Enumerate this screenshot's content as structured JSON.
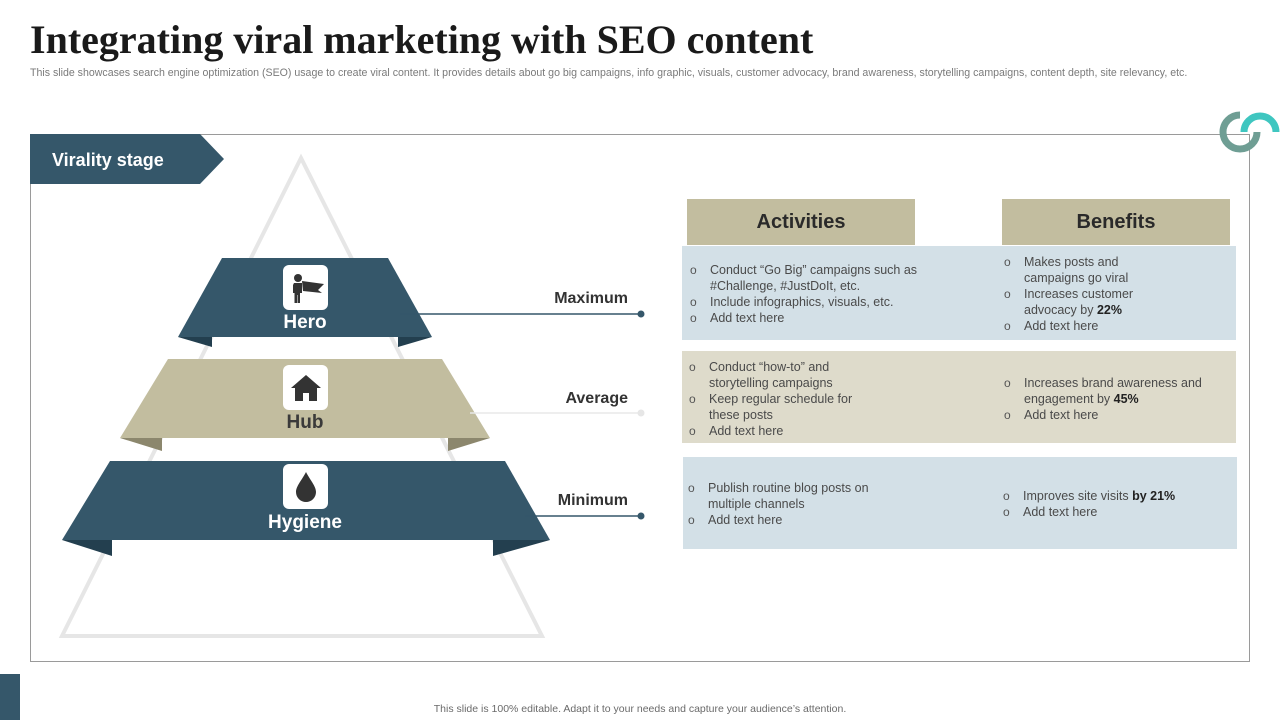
{
  "title": "Integrating viral marketing with SEO content",
  "subtitle": "This slide showcases search engine optimization (SEO) usage to create viral content. It provides details about go big campaigns, info graphic, visuals, customer advocacy, brand awareness, storytelling campaigns, content depth, site relevancy, etc.",
  "stage_label": "Virality stage",
  "colors": {
    "dark": "#35576a",
    "tan": "#c2bd9f",
    "blue_panel": "#d3e0e7",
    "beige_panel": "#dedbcb"
  },
  "tiers": [
    {
      "name": "Hero",
      "icon": "superhero-icon",
      "level": "Maximum"
    },
    {
      "name": "Hub",
      "icon": "house-icon",
      "level": "Average"
    },
    {
      "name": "Hygiene",
      "icon": "water-drop-icon",
      "level": "Minimum"
    }
  ],
  "headers": {
    "activities": "Activities",
    "benefits": "Benefits"
  },
  "rows": [
    {
      "activities": [
        "Conduct “Go Big” campaigns such as #Challenge, #JustDoIt, etc.",
        "Include infographics, visuals, etc.",
        "Add text here"
      ],
      "benefits": [
        {
          "text": "Makes posts and campaigns go viral",
          "bold": ""
        },
        {
          "text": "Increases customer advocacy  by ",
          "bold": "22%"
        },
        {
          "text": "Add text here",
          "bold": ""
        }
      ]
    },
    {
      "activities": [
        "Conduct “how-to” and storytelling campaigns",
        "Keep regular schedule for these posts",
        "Add text here"
      ],
      "benefits": [
        {
          "text": "Increases brand awareness and engagement  by ",
          "bold": "45%"
        },
        {
          "text": "Add text here",
          "bold": ""
        }
      ]
    },
    {
      "activities": [
        "Publish routine blog posts on multiple channels",
        "Add text here"
      ],
      "benefits": [
        {
          "text": "Improves  site visits ",
          "bold": "by 21%"
        },
        {
          "text": "Add text here",
          "bold": ""
        }
      ]
    }
  ],
  "footer": "This slide is 100% editable.  Adapt it to your needs and capture your audience’s attention."
}
